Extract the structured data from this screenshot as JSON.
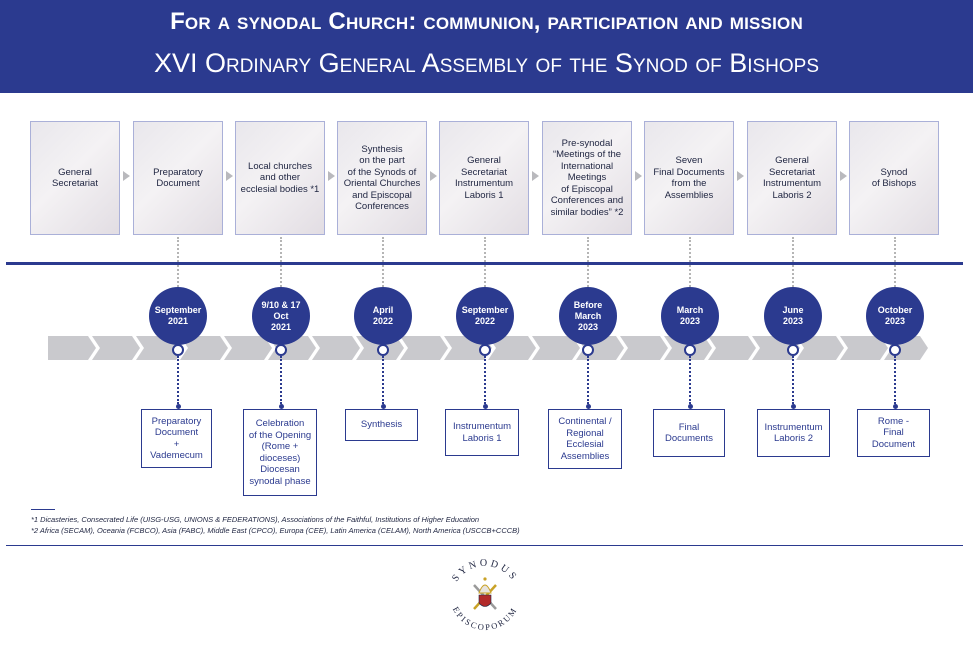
{
  "header": {
    "title": "For a synodal Church: communion, participation and mission",
    "subtitle": "XVI Ordinary General Assembly of the Synod of Bishops"
  },
  "stages": [
    {
      "lines": [
        "General",
        "Secretariat"
      ]
    },
    {
      "lines": [
        "Preparatory",
        "Document"
      ]
    },
    {
      "lines": [
        "Local churches",
        "and other",
        "ecclesial bodies *1"
      ]
    },
    {
      "lines": [
        "Synthesis",
        "on the part",
        "of the Synods of",
        "Oriental Churches",
        "and Episcopal",
        "Conferences"
      ]
    },
    {
      "lines": [
        "General",
        "Secretariat",
        "Instrumentum",
        "Laboris 1"
      ]
    },
    {
      "lines": [
        "Pre-synodal",
        "“Meetings of the",
        "International",
        "Meetings",
        "of Episcopal",
        "Conferences and",
        "similar bodies” *2"
      ]
    },
    {
      "lines": [
        "Seven",
        "Final Documents",
        "from the",
        "Assemblies"
      ]
    },
    {
      "lines": [
        "General",
        "Secretariat",
        "Instrumentum",
        "Laboris 2"
      ]
    },
    {
      "lines": [
        "Synod",
        "of Bishops"
      ]
    }
  ],
  "milestones": [
    {
      "date": [
        "September",
        "2021"
      ],
      "output": [
        "Preparatory",
        "Document",
        "+",
        "Vademecum"
      ]
    },
    {
      "date": [
        "9/10 & 17",
        "Oct",
        "2021"
      ],
      "output": [
        "Celebration",
        "of the Opening",
        "(Rome +",
        "dioceses)",
        "Diocesan",
        "synodal phase"
      ]
    },
    {
      "date": [
        "April",
        "2022"
      ],
      "output": [
        "Synthesis"
      ]
    },
    {
      "date": [
        "September",
        "2022"
      ],
      "output": [
        "Instrumentum",
        "Laboris 1"
      ]
    },
    {
      "date": [
        "Before",
        "March",
        "2023"
      ],
      "output": [
        "Continental /",
        "Regional",
        "Ecclesial",
        "Assemblies"
      ]
    },
    {
      "date": [
        "March",
        "2023"
      ],
      "output": [
        "Final",
        "Documents"
      ]
    },
    {
      "date": [
        "June",
        "2023"
      ],
      "output": [
        "Instrumentum",
        "Laboris 2"
      ]
    },
    {
      "date": [
        "October",
        "2023"
      ],
      "output": [
        "Rome -",
        "Final",
        "Document"
      ]
    }
  ],
  "footnotes": [
    "*1 Dicasteries, Consecrated Life (UISG-USG, UNIONS & FEDERATIONS), Associations of the Faithful, Institutions of Higher Education",
    "*2 Africa (SECAM), Oceania (FCBCO), Asia (FABC), Middle East (CPCO), Europa (CEE), Latin America (CELAM), North America (USCCB+CCCB)"
  ],
  "logo": {
    "text_top": "SYNODUS",
    "text_bottom": "EPISCOPORUM"
  },
  "colors": {
    "primary": "#2b3a8f",
    "chevron": "#c9c9cd",
    "background": "#ffffff"
  }
}
